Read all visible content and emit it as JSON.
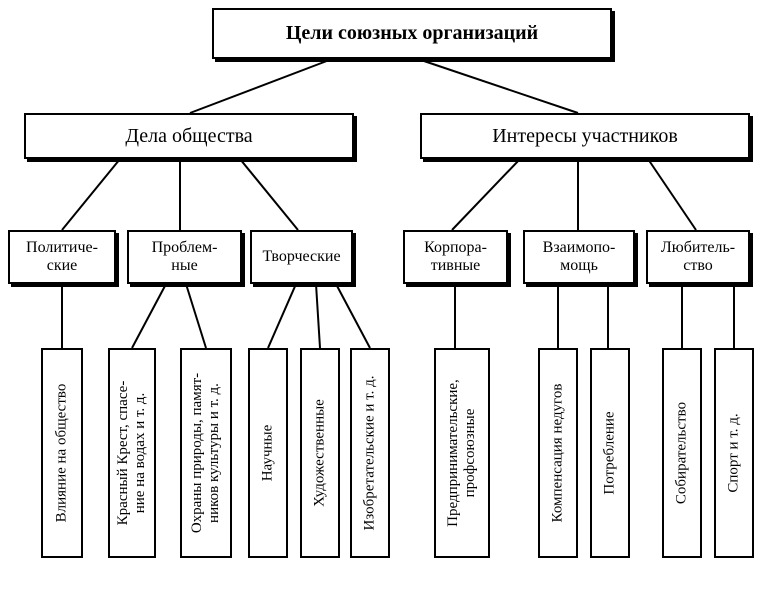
{
  "root": "Цели союзных организаций",
  "level1": {
    "left": "Дела общества",
    "right": "Интересы участников"
  },
  "level2": {
    "political": [
      "Политиче-",
      "ские"
    ],
    "problem": [
      "Проблем-",
      "ные"
    ],
    "creative": "Творческие",
    "corporate": [
      "Корпора-",
      "тивные"
    ],
    "mutual": [
      "Взаимопо-",
      "мощь"
    ],
    "amateur": [
      "Любитель-",
      "ство"
    ]
  },
  "level3": {
    "influence": "Влияние на общество",
    "redcross": [
      "Красный Крест, спасе-",
      "ние на водах и т. д."
    ],
    "nature": [
      "Охраны природы, памят-",
      "ников культуры и т. д."
    ],
    "scientific": "Научные",
    "artistic": "Художественные",
    "inventive": "Изобретательские и т. д.",
    "entrepreneur": [
      "Предпринимательские,",
      "профсоюзные"
    ],
    "compensation": "Компенсация недугов",
    "consumption": "Потребление",
    "collecting": "Собирательство",
    "sport": "Спорт и т. д."
  }
}
